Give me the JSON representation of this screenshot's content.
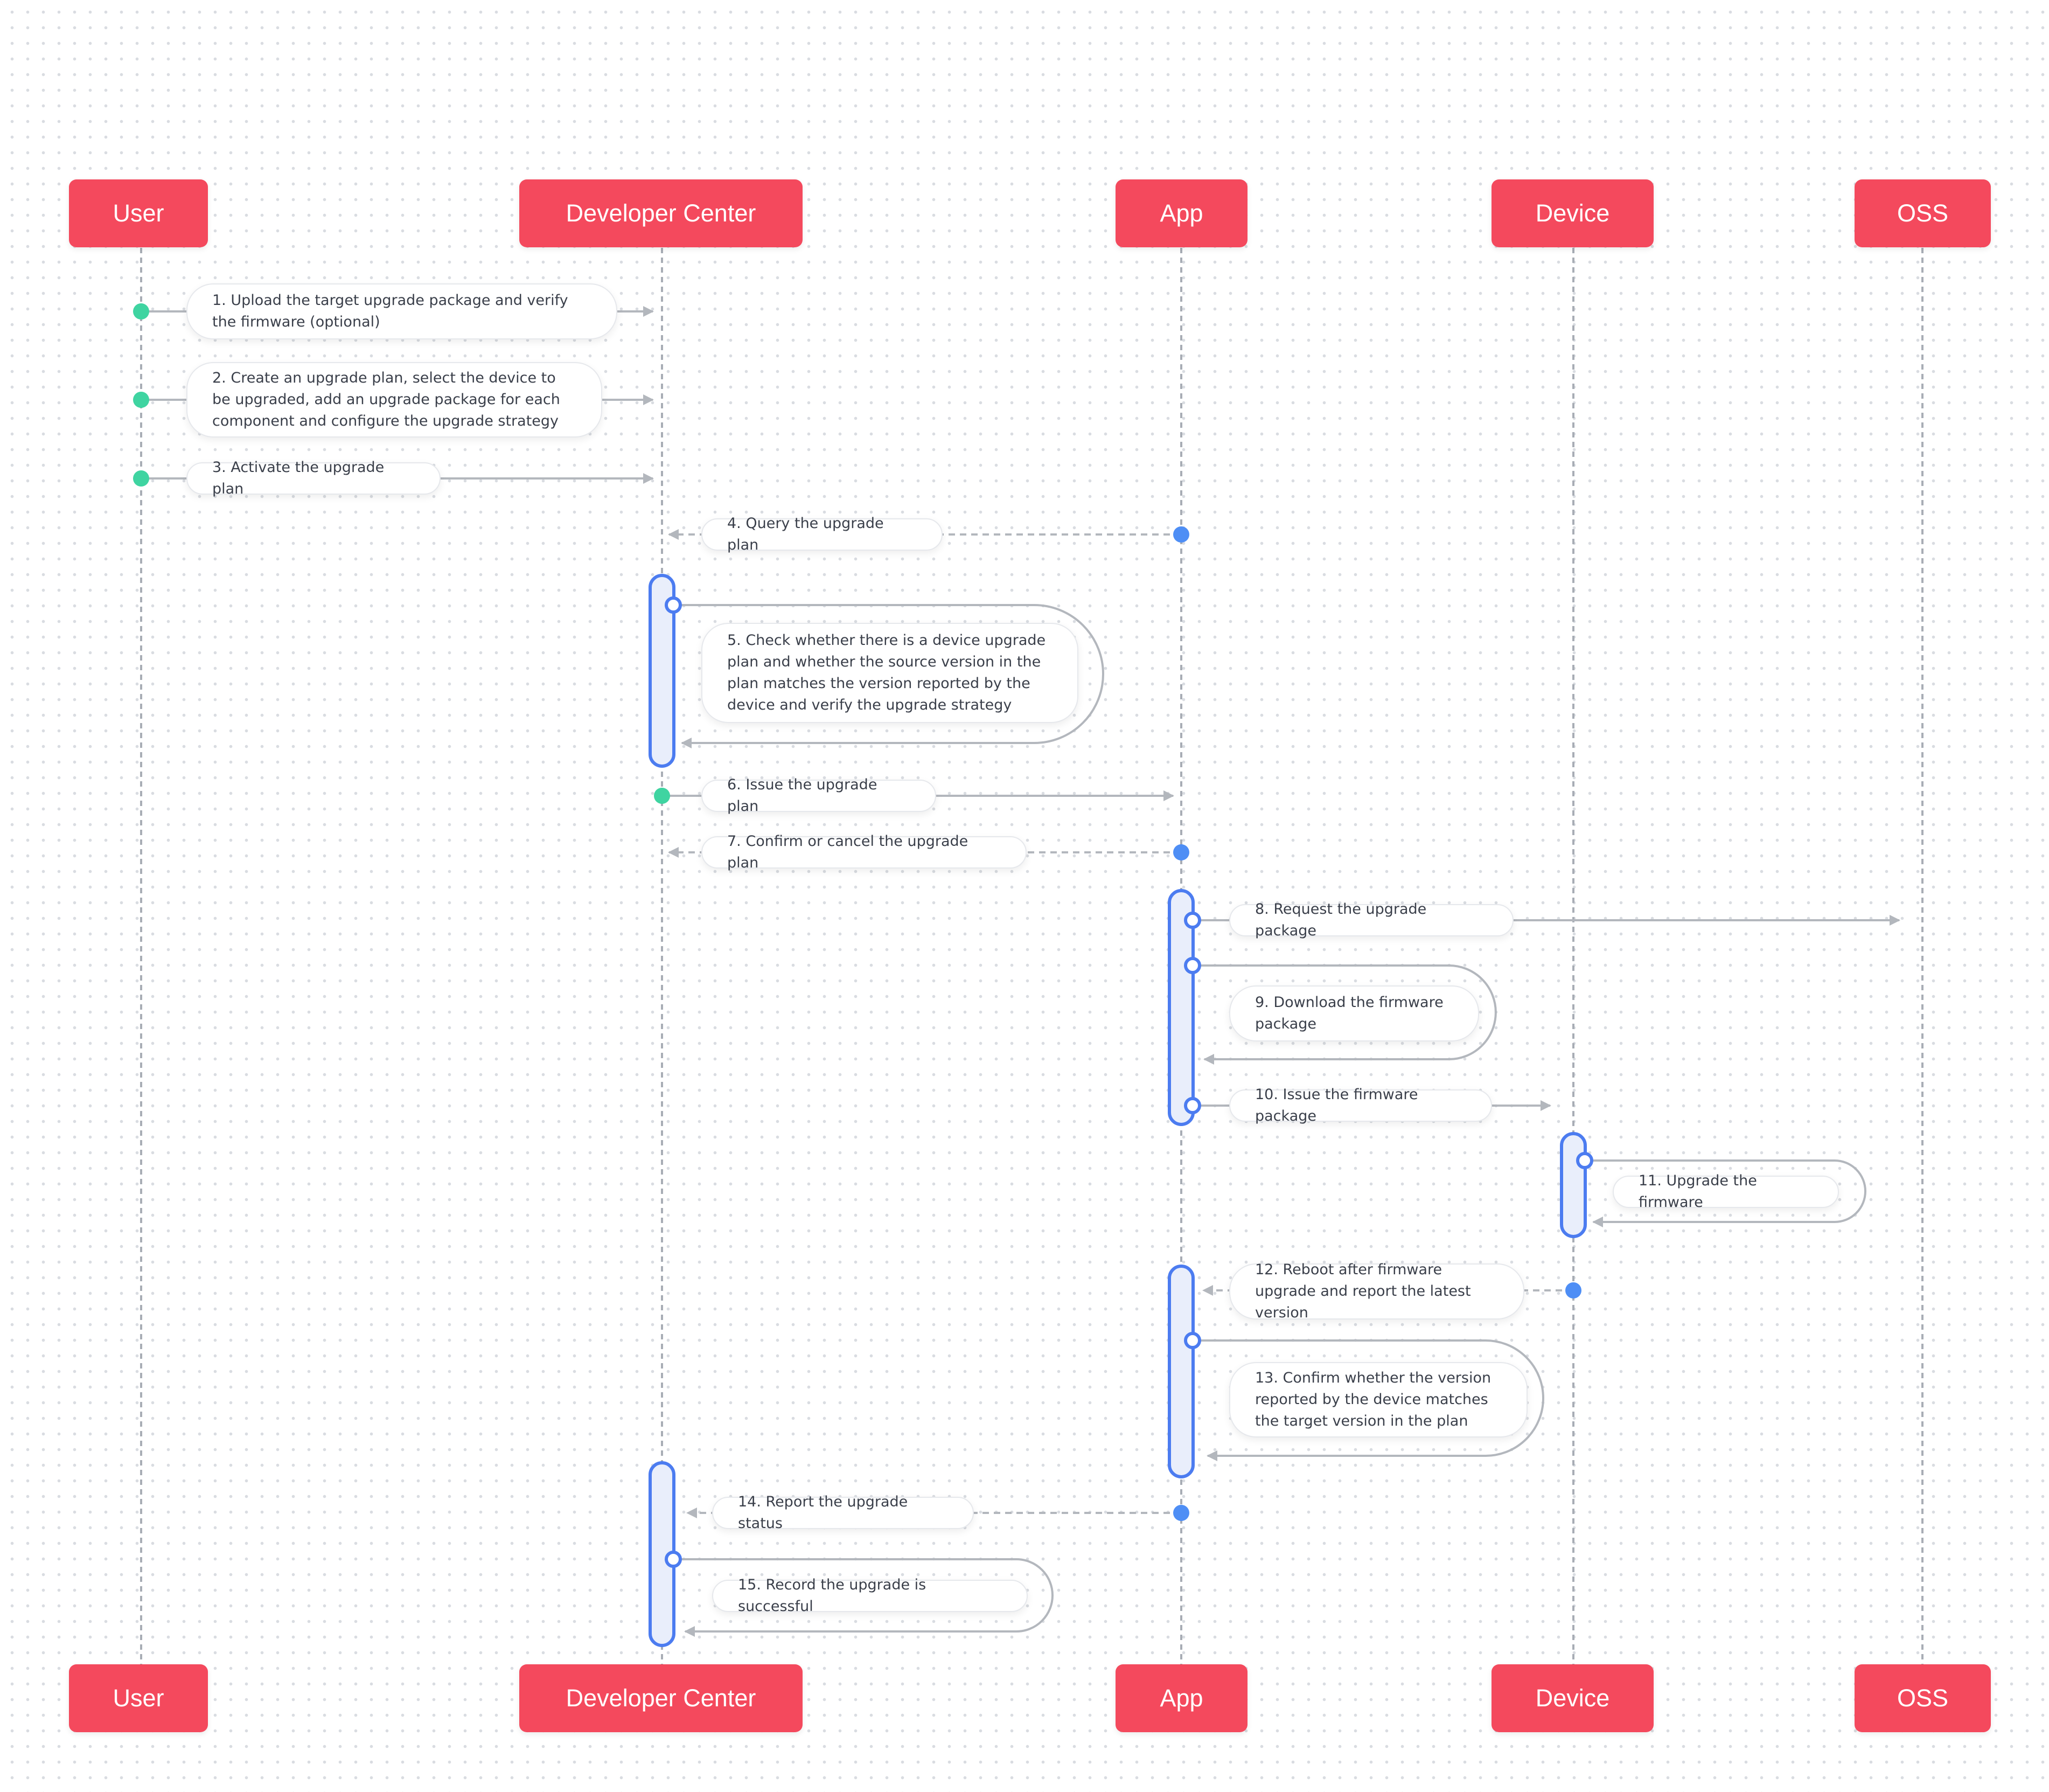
{
  "actors": [
    "User",
    "Developer Center",
    "App",
    "Device",
    "OSS"
  ],
  "messages": [
    {
      "n": 1,
      "text": "1. Upload the target upgrade package and verify the firmware (optional)"
    },
    {
      "n": 2,
      "text": "2. Create an upgrade plan, select the device to be upgraded, add an upgrade package for each component and configure the upgrade strategy"
    },
    {
      "n": 3,
      "text": "3. Activate the upgrade plan"
    },
    {
      "n": 4,
      "text": "4. Query the upgrade plan"
    },
    {
      "n": 5,
      "text": "5. Check whether there is a device upgrade plan and whether the source version in the plan matches the version reported by the device and verify the upgrade strategy"
    },
    {
      "n": 6,
      "text": "6. Issue the upgrade plan"
    },
    {
      "n": 7,
      "text": "7. Confirm or cancel the upgrade plan"
    },
    {
      "n": 8,
      "text": "8. Request the upgrade package"
    },
    {
      "n": 9,
      "text": "9. Download the firmware package"
    },
    {
      "n": 10,
      "text": "10. Issue the firmware package"
    },
    {
      "n": 11,
      "text": "11. Upgrade the firmware"
    },
    {
      "n": 12,
      "text": "12. Reboot after firmware upgrade and report the latest version"
    },
    {
      "n": 13,
      "text": "13. Confirm whether the version reported by the device matches the target version in the plan"
    },
    {
      "n": 14,
      "text": "14. Report the upgrade status"
    },
    {
      "n": 15,
      "text": "15. Record the upgrade is successful"
    }
  ],
  "colors": {
    "actor": "#f4495d",
    "lifeline": "#a8adb5",
    "arrow": "#b3b7bd",
    "activation": "#4c7cf0",
    "activation_fill": "#e9eefb",
    "start_dot_green": "#3fd4a1",
    "start_dot_blue": "#4e8ef5"
  }
}
